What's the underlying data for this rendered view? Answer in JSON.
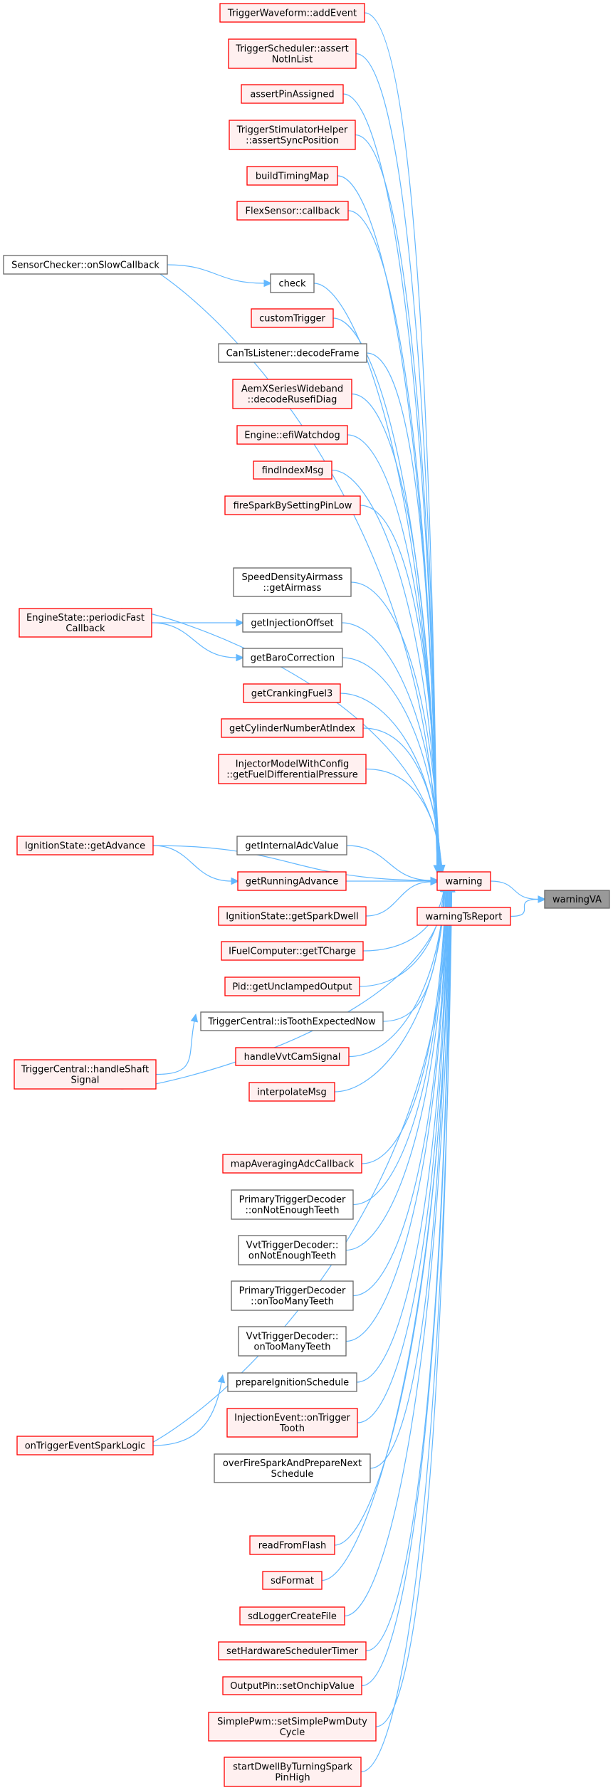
{
  "diagram": {
    "type": "caller-graph",
    "root": "warningVA",
    "colors": {
      "edge": "#63b8ff",
      "red_border": "#ff0000",
      "red_fill": "#fff0f0",
      "gray_border": "#666666",
      "root_fill": "#999999"
    },
    "nodes": [
      {
        "id": "warningVA",
        "lines": [
          "warningVA"
        ],
        "style": "root"
      },
      {
        "id": "warning",
        "lines": [
          "warning"
        ],
        "style": "red"
      },
      {
        "id": "warningTsReport",
        "lines": [
          "warningTsReport"
        ],
        "style": "red"
      },
      {
        "id": "addEvent",
        "lines": [
          "TriggerWaveform::addEvent"
        ],
        "style": "red"
      },
      {
        "id": "assertNotInList",
        "lines": [
          "TriggerScheduler::assert",
          "NotInList"
        ],
        "style": "red"
      },
      {
        "id": "assertPinAssigned",
        "lines": [
          "assertPinAssigned"
        ],
        "style": "red"
      },
      {
        "id": "assertSyncPosition",
        "lines": [
          "TriggerStimulatorHelper",
          "::assertSyncPosition"
        ],
        "style": "red"
      },
      {
        "id": "buildTimingMap",
        "lines": [
          "buildTimingMap"
        ],
        "style": "red"
      },
      {
        "id": "flexCallback",
        "lines": [
          "FlexSensor::callback"
        ],
        "style": "red"
      },
      {
        "id": "onSlowCallback",
        "lines": [
          "SensorChecker::onSlowCallback"
        ],
        "style": "gray"
      },
      {
        "id": "check",
        "lines": [
          "check"
        ],
        "style": "gray"
      },
      {
        "id": "customTrigger",
        "lines": [
          "customTrigger"
        ],
        "style": "red"
      },
      {
        "id": "decodeFrame",
        "lines": [
          "CanTsListener::decodeFrame"
        ],
        "style": "gray"
      },
      {
        "id": "decodeRusefiDiag",
        "lines": [
          "AemXSeriesWideband",
          "::decodeRusefiDiag"
        ],
        "style": "red"
      },
      {
        "id": "efiWatchdog",
        "lines": [
          "Engine::efiWatchdog"
        ],
        "style": "red"
      },
      {
        "id": "findIndexMsg",
        "lines": [
          "findIndexMsg"
        ],
        "style": "red"
      },
      {
        "id": "fireSpark",
        "lines": [
          "fireSparkBySettingPinLow"
        ],
        "style": "red"
      },
      {
        "id": "getAirmass",
        "lines": [
          "SpeedDensityAirmass",
          "::getAirmass"
        ],
        "style": "gray"
      },
      {
        "id": "periodicFast",
        "lines": [
          "EngineState::periodicFast",
          "Callback"
        ],
        "style": "red"
      },
      {
        "id": "getInjectionOffset",
        "lines": [
          "getInjectionOffset"
        ],
        "style": "gray"
      },
      {
        "id": "getBaroCorrection",
        "lines": [
          "getBaroCorrection"
        ],
        "style": "gray"
      },
      {
        "id": "getCrankingFuel3",
        "lines": [
          "getCrankingFuel3"
        ],
        "style": "red"
      },
      {
        "id": "getCylinderNumberAtIndex",
        "lines": [
          "getCylinderNumberAtIndex"
        ],
        "style": "red"
      },
      {
        "id": "getFuelDiffPressure",
        "lines": [
          "InjectorModelWithConfig",
          "::getFuelDifferentialPressure"
        ],
        "style": "red"
      },
      {
        "id": "getAdvance",
        "lines": [
          "IgnitionState::getAdvance"
        ],
        "style": "red"
      },
      {
        "id": "getInternalAdcValue",
        "lines": [
          "getInternalAdcValue"
        ],
        "style": "gray"
      },
      {
        "id": "getRunningAdvance",
        "lines": [
          "getRunningAdvance"
        ],
        "style": "red"
      },
      {
        "id": "getSparkDwell",
        "lines": [
          "IgnitionState::getSparkDwell"
        ],
        "style": "red"
      },
      {
        "id": "getTCharge",
        "lines": [
          "IFuelComputer::getTCharge"
        ],
        "style": "red"
      },
      {
        "id": "getUnclampedOutput",
        "lines": [
          "Pid::getUnclampedOutput"
        ],
        "style": "red"
      },
      {
        "id": "isToothExpectedNow",
        "lines": [
          "TriggerCentral::isToothExpectedNow"
        ],
        "style": "gray"
      },
      {
        "id": "handleShaftSignal",
        "lines": [
          "TriggerCentral::handleShaft",
          "Signal"
        ],
        "style": "red"
      },
      {
        "id": "handleVvtCamSignal",
        "lines": [
          "handleVvtCamSignal"
        ],
        "style": "red"
      },
      {
        "id": "interpolateMsg",
        "lines": [
          "interpolateMsg"
        ],
        "style": "red"
      },
      {
        "id": "mapAveraging",
        "lines": [
          "mapAveragingAdcCallback"
        ],
        "style": "red"
      },
      {
        "id": "primaryNotEnough",
        "lines": [
          "PrimaryTriggerDecoder",
          "::onNotEnoughTeeth"
        ],
        "style": "gray"
      },
      {
        "id": "vvtNotEnough",
        "lines": [
          "VvtTriggerDecoder::",
          "onNotEnoughTeeth"
        ],
        "style": "gray"
      },
      {
        "id": "primaryTooMany",
        "lines": [
          "PrimaryTriggerDecoder",
          "::onTooManyTeeth"
        ],
        "style": "gray"
      },
      {
        "id": "vvtTooMany",
        "lines": [
          "VvtTriggerDecoder::",
          "onTooManyTeeth"
        ],
        "style": "gray"
      },
      {
        "id": "prepareIgnitionSchedule",
        "lines": [
          "prepareIgnitionSchedule"
        ],
        "style": "gray"
      },
      {
        "id": "onTriggerEventSparkLogic",
        "lines": [
          "onTriggerEventSparkLogic"
        ],
        "style": "red"
      },
      {
        "id": "onTriggerTooth",
        "lines": [
          "InjectionEvent::onTrigger",
          "Tooth"
        ],
        "style": "red"
      },
      {
        "id": "overFireSpark",
        "lines": [
          "overFireSparkAndPrepareNext",
          "Schedule"
        ],
        "style": "gray"
      },
      {
        "id": "readFromFlash",
        "lines": [
          "readFromFlash"
        ],
        "style": "red"
      },
      {
        "id": "sdFormat",
        "lines": [
          "sdFormat"
        ],
        "style": "red"
      },
      {
        "id": "sdLoggerCreateFile",
        "lines": [
          "sdLoggerCreateFile"
        ],
        "style": "red"
      },
      {
        "id": "setHardwareSchedulerTimer",
        "lines": [
          "setHardwareSchedulerTimer"
        ],
        "style": "red"
      },
      {
        "id": "setOnchipValue",
        "lines": [
          "OutputPin::setOnchipValue"
        ],
        "style": "red"
      },
      {
        "id": "setSimplePwmDutyCycle",
        "lines": [
          "SimplePwm::setSimplePwmDuty",
          "Cycle"
        ],
        "style": "red"
      },
      {
        "id": "startDwell",
        "lines": [
          "startDwellByTurningSpark",
          "PinHigh"
        ],
        "style": "red"
      }
    ],
    "edges": [
      [
        "warning",
        "warningVA"
      ],
      [
        "warningTsReport",
        "warningVA"
      ],
      [
        "addEvent",
        "warning"
      ],
      [
        "assertNotInList",
        "warning"
      ],
      [
        "assertPinAssigned",
        "warning"
      ],
      [
        "assertSyncPosition",
        "warning"
      ],
      [
        "buildTimingMap",
        "warning"
      ],
      [
        "flexCallback",
        "warning"
      ],
      [
        "onSlowCallback",
        "warning"
      ],
      [
        "onSlowCallback",
        "check"
      ],
      [
        "check",
        "warning"
      ],
      [
        "customTrigger",
        "warning"
      ],
      [
        "decodeFrame",
        "warning"
      ],
      [
        "decodeRusefiDiag",
        "warning"
      ],
      [
        "efiWatchdog",
        "warning"
      ],
      [
        "findIndexMsg",
        "warning"
      ],
      [
        "fireSpark",
        "warning"
      ],
      [
        "periodicFast",
        "warning"
      ],
      [
        "getAirmass",
        "warning"
      ],
      [
        "periodicFast",
        "getInjectionOffset"
      ],
      [
        "periodicFast",
        "getBaroCorrection"
      ],
      [
        "getInjectionOffset",
        "warning"
      ],
      [
        "getBaroCorrection",
        "warning"
      ],
      [
        "getCrankingFuel3",
        "warning"
      ],
      [
        "getCylinderNumberAtIndex",
        "warning"
      ],
      [
        "getFuelDiffPressure",
        "warning"
      ],
      [
        "getAdvance",
        "warning"
      ],
      [
        "getAdvance",
        "getRunningAdvance"
      ],
      [
        "getInternalAdcValue",
        "warning"
      ],
      [
        "getRunningAdvance",
        "warning"
      ],
      [
        "getSparkDwell",
        "warning"
      ],
      [
        "getTCharge",
        "warning"
      ],
      [
        "getUnclampedOutput",
        "warning"
      ],
      [
        "handleShaftSignal",
        "isToothExpectedNow"
      ],
      [
        "isToothExpectedNow",
        "warning"
      ],
      [
        "handleVvtCamSignal",
        "warning"
      ],
      [
        "interpolateMsg",
        "warning"
      ],
      [
        "handleShaftSignal",
        "warning"
      ],
      [
        "mapAveraging",
        "warning"
      ],
      [
        "primaryNotEnough",
        "warning"
      ],
      [
        "vvtNotEnough",
        "warning"
      ],
      [
        "primaryTooMany",
        "warning"
      ],
      [
        "vvtTooMany",
        "warning"
      ],
      [
        "onTriggerEventSparkLogic",
        "prepareIgnitionSchedule"
      ],
      [
        "prepareIgnitionSchedule",
        "warning"
      ],
      [
        "onTriggerTooth",
        "warning"
      ],
      [
        "overFireSpark",
        "warning"
      ],
      [
        "onTriggerEventSparkLogic",
        "warning"
      ],
      [
        "readFromFlash",
        "warning"
      ],
      [
        "sdFormat",
        "warning"
      ],
      [
        "sdLoggerCreateFile",
        "warning"
      ],
      [
        "setHardwareSchedulerTimer",
        "warning"
      ],
      [
        "setOnchipValue",
        "warning"
      ],
      [
        "setSimplePwmDutyCycle",
        "warning"
      ],
      [
        "startDwell",
        "warning"
      ]
    ]
  }
}
